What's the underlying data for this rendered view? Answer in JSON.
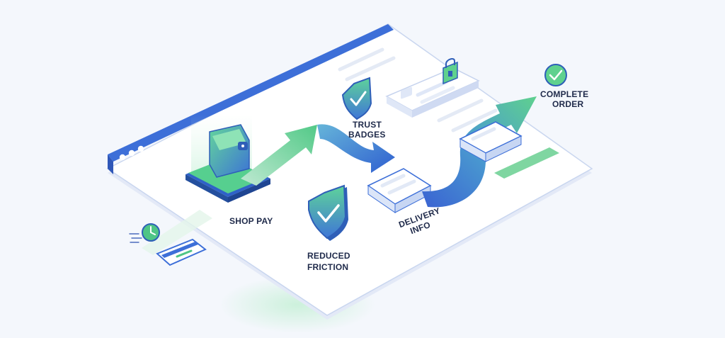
{
  "labels": {
    "shop_pay": "SHOP PAY",
    "trust_badges_line1": "TRUST",
    "trust_badges_line2": "BADGES",
    "reduced_friction_line1": "REDUCED",
    "reduced_friction_line2": "FRICTION",
    "delivery_info_line1": "DELIVERY",
    "delivery_info_line2": "INFO",
    "complete_order_line1": "COMPLETE",
    "complete_order_line2": "ORDER"
  },
  "icons": {
    "wallet": "wallet-icon",
    "shield": "shield-check-icon",
    "lock": "lock-icon",
    "clock": "clock-icon",
    "card": "credit-card-icon",
    "check": "check-circle-icon"
  },
  "colors": {
    "accent_blue": "#3d6fd8",
    "accent_green": "#4cc784",
    "arrow_green": "#5fd18e",
    "arrow_blue": "#3a63d2",
    "window_bg": "#ffffff",
    "page_bg": "#f4f7fc",
    "text_dark": "#1f2a4a"
  }
}
